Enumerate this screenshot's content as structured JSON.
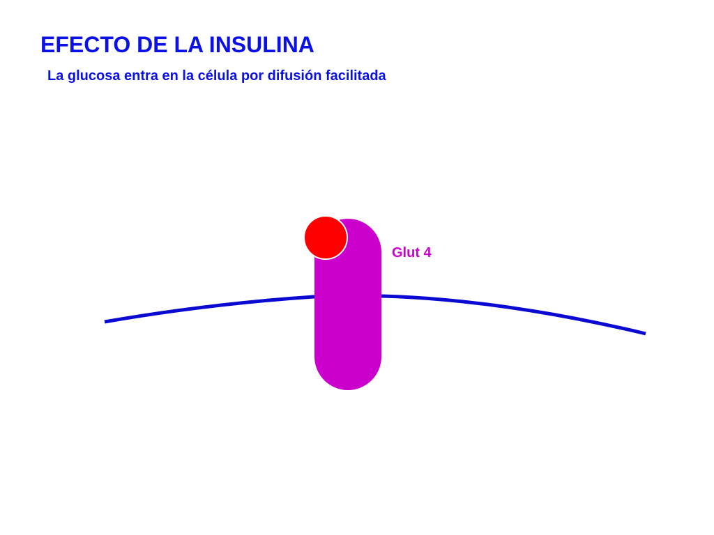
{
  "slide": {
    "title": "EFECTO DE LA INSULINA",
    "subtitle": "La glucosa entra en la célula por difusión facilitada"
  },
  "diagram": {
    "transporter_label": "Glut 4"
  },
  "colors": {
    "text_blue": "#0a10e6",
    "membrane_blue": "#0a0ad2",
    "transporter_magenta": "#cc00cc",
    "glucose_red": "#ff0000",
    "background": "#ffffff"
  }
}
